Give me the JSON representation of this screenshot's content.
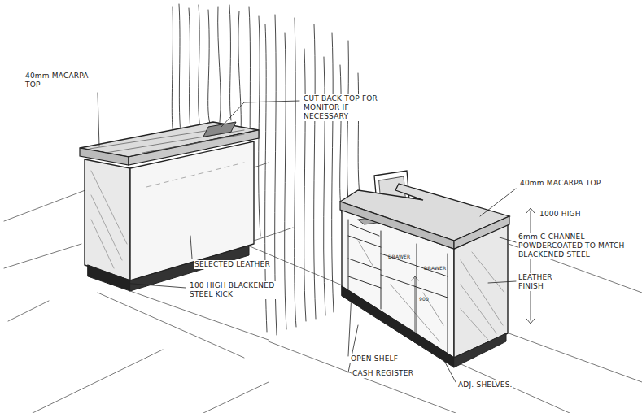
{
  "diagram": {
    "labels": [
      "40mm MACARPA TOP",
      "CUT BACK TOP FOR MONITOR IF NECESSARY",
      "SELECTED LEATHER",
      "100 HIGH BLACKENED STEEL KICK",
      "40mm MACARPA TOP.",
      "1000 HIGH",
      "6mm C-CHANNEL POWDERCOATED TO MATCH BLACKENED STEEL",
      "LEATHER FINISH",
      "DRAWER",
      "DRAWER",
      "900",
      "OPEN SHELF",
      "CASH REGISTER",
      "ADJ. SHELVES."
    ]
  }
}
